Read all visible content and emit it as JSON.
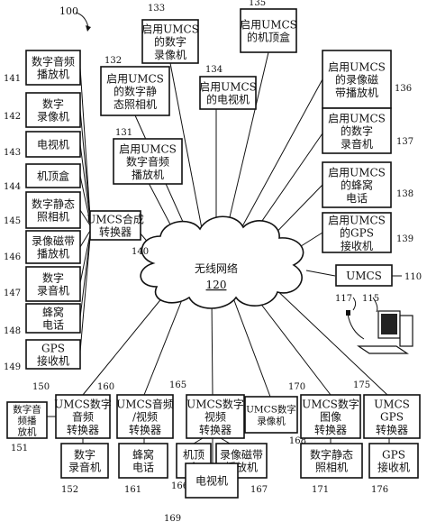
{
  "figure_number": "100",
  "network": {
    "label": "无线网络",
    "ref": "120"
  },
  "umcs_box": {
    "label": "UMCS",
    "ref": "110"
  },
  "computer_refs": {
    "a": "117",
    "b": "115"
  },
  "left_devices": [
    {
      "ref": "141",
      "lines": [
        "数字音频",
        "播放机"
      ]
    },
    {
      "ref": "142",
      "lines": [
        "数字",
        "录像机"
      ]
    },
    {
      "ref": "143",
      "lines": [
        "电视机"
      ]
    },
    {
      "ref": "144",
      "lines": [
        "机顶盒"
      ]
    },
    {
      "ref": "145",
      "lines": [
        "数字静态",
        "照相机"
      ]
    },
    {
      "ref": "146",
      "lines": [
        "录像磁带",
        "播放机"
      ]
    },
    {
      "ref": "147",
      "lines": [
        "数字",
        "录音机"
      ]
    },
    {
      "ref": "148",
      "lines": [
        "蜂窝",
        "电话"
      ]
    },
    {
      "ref": "149",
      "lines": [
        "GPS",
        "接收机"
      ]
    }
  ],
  "synth_converter": {
    "ref": "140",
    "lines": [
      "UMCS合成",
      "转换器"
    ]
  },
  "top_devices": [
    {
      "ref": "133",
      "lines": [
        "启用UMCS",
        "的数字",
        "录像机"
      ]
    },
    {
      "ref": "135",
      "lines": [
        "启用UMCS",
        "的机顶盒"
      ]
    },
    {
      "ref": "132",
      "lines": [
        "启用UMCS",
        "的数字静",
        "态照相机"
      ]
    },
    {
      "ref": "134",
      "lines": [
        "启用UMCS",
        "的电视机"
      ]
    },
    {
      "ref": "131",
      "lines": [
        "启用UMCS",
        "数字音频",
        "播放机"
      ]
    }
  ],
  "right_devices": [
    {
      "ref": "136",
      "lines": [
        "启用UMCS",
        "的录像磁",
        "带播放机"
      ]
    },
    {
      "ref": "137",
      "lines": [
        "启用UMCS",
        "的数字",
        "录音机"
      ]
    },
    {
      "ref": "138",
      "lines": [
        "启用UMCS",
        "的蜂窝",
        "电话"
      ]
    },
    {
      "ref": "139",
      "lines": [
        "启用UMCS",
        "的GPS",
        "接收机"
      ]
    }
  ],
  "bottom_converters": [
    {
      "ref": "150",
      "lines": [
        "UMCS数字",
        "音频",
        "转换器"
      ]
    },
    {
      "ref": "160",
      "lines": [
        "UMCS音频",
        "/视频",
        "转换器"
      ]
    },
    {
      "ref": "165",
      "lines": [
        "UMCS数字",
        "视频",
        "转换器"
      ]
    },
    {
      "ref": "168",
      "lines": [
        "UMCS数字",
        "录像机"
      ]
    },
    {
      "ref": "170",
      "lines": [
        "UMCS数字",
        "图像",
        "转换器"
      ]
    },
    {
      "ref": "175",
      "lines": [
        "UMCS",
        "GPS",
        "转换器"
      ]
    }
  ],
  "bottom_devices": [
    {
      "ref": "151",
      "lines": [
        "数字音",
        "频播",
        "放机"
      ]
    },
    {
      "ref": "152",
      "lines": [
        "数字",
        "录音机"
      ]
    },
    {
      "ref": "161",
      "lines": [
        "蜂窝",
        "电话"
      ]
    },
    {
      "ref": "166",
      "lines": [
        "机顶",
        "盒"
      ]
    },
    {
      "ref": "167",
      "lines": [
        "录像磁带",
        "播放机"
      ]
    },
    {
      "ref": "171",
      "lines": [
        "数字静态",
        "照相机"
      ]
    },
    {
      "ref": "176",
      "lines": [
        "GPS",
        "接收机"
      ]
    },
    {
      "ref": "169",
      "lines": [
        "电视机"
      ]
    }
  ]
}
